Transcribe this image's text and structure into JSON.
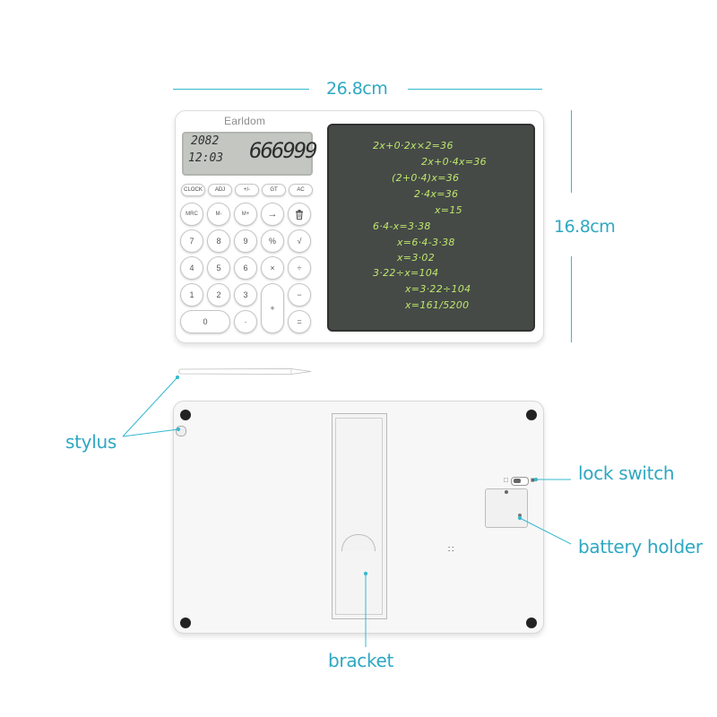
{
  "dimensions": {
    "width": "26.8cm",
    "height": "16.8cm"
  },
  "front": {
    "brand": "Earldom",
    "lcd": {
      "small_top": "2082",
      "small_bottom": "12:03",
      "main": "666999"
    },
    "keys": {
      "row1": [
        "CLOCK",
        "ADJ",
        "+/-",
        "GT",
        "AC"
      ],
      "row2": [
        "MRC",
        "M-",
        "M+",
        "→",
        "trash-icon"
      ],
      "row3": [
        "7",
        "8",
        "9",
        "%",
        "√"
      ],
      "row4": [
        "4",
        "5",
        "6",
        "×",
        "÷"
      ],
      "row5": [
        "1",
        "2",
        "3",
        "+",
        "−"
      ],
      "row6": [
        "0",
        "·",
        "="
      ]
    },
    "board_lines": [
      "2x+0·2x×2=36",
      "2x+0·4x=36",
      "(2+0·4)x=36",
      "2·4x=36",
      "x=15",
      "6·4-x=3·38",
      "x=6·4-3·38",
      "x=3·02",
      "3·22÷x=104",
      "x=3·22÷104",
      "x=161/5200"
    ]
  },
  "callouts": {
    "stylus": "stylus",
    "lock_switch": "lock switch",
    "battery_holder": "battery holder",
    "bracket": "bracket"
  },
  "colors": {
    "accent": "#2ea8c2",
    "board": "#454a47",
    "ink": "#bfe66c"
  }
}
